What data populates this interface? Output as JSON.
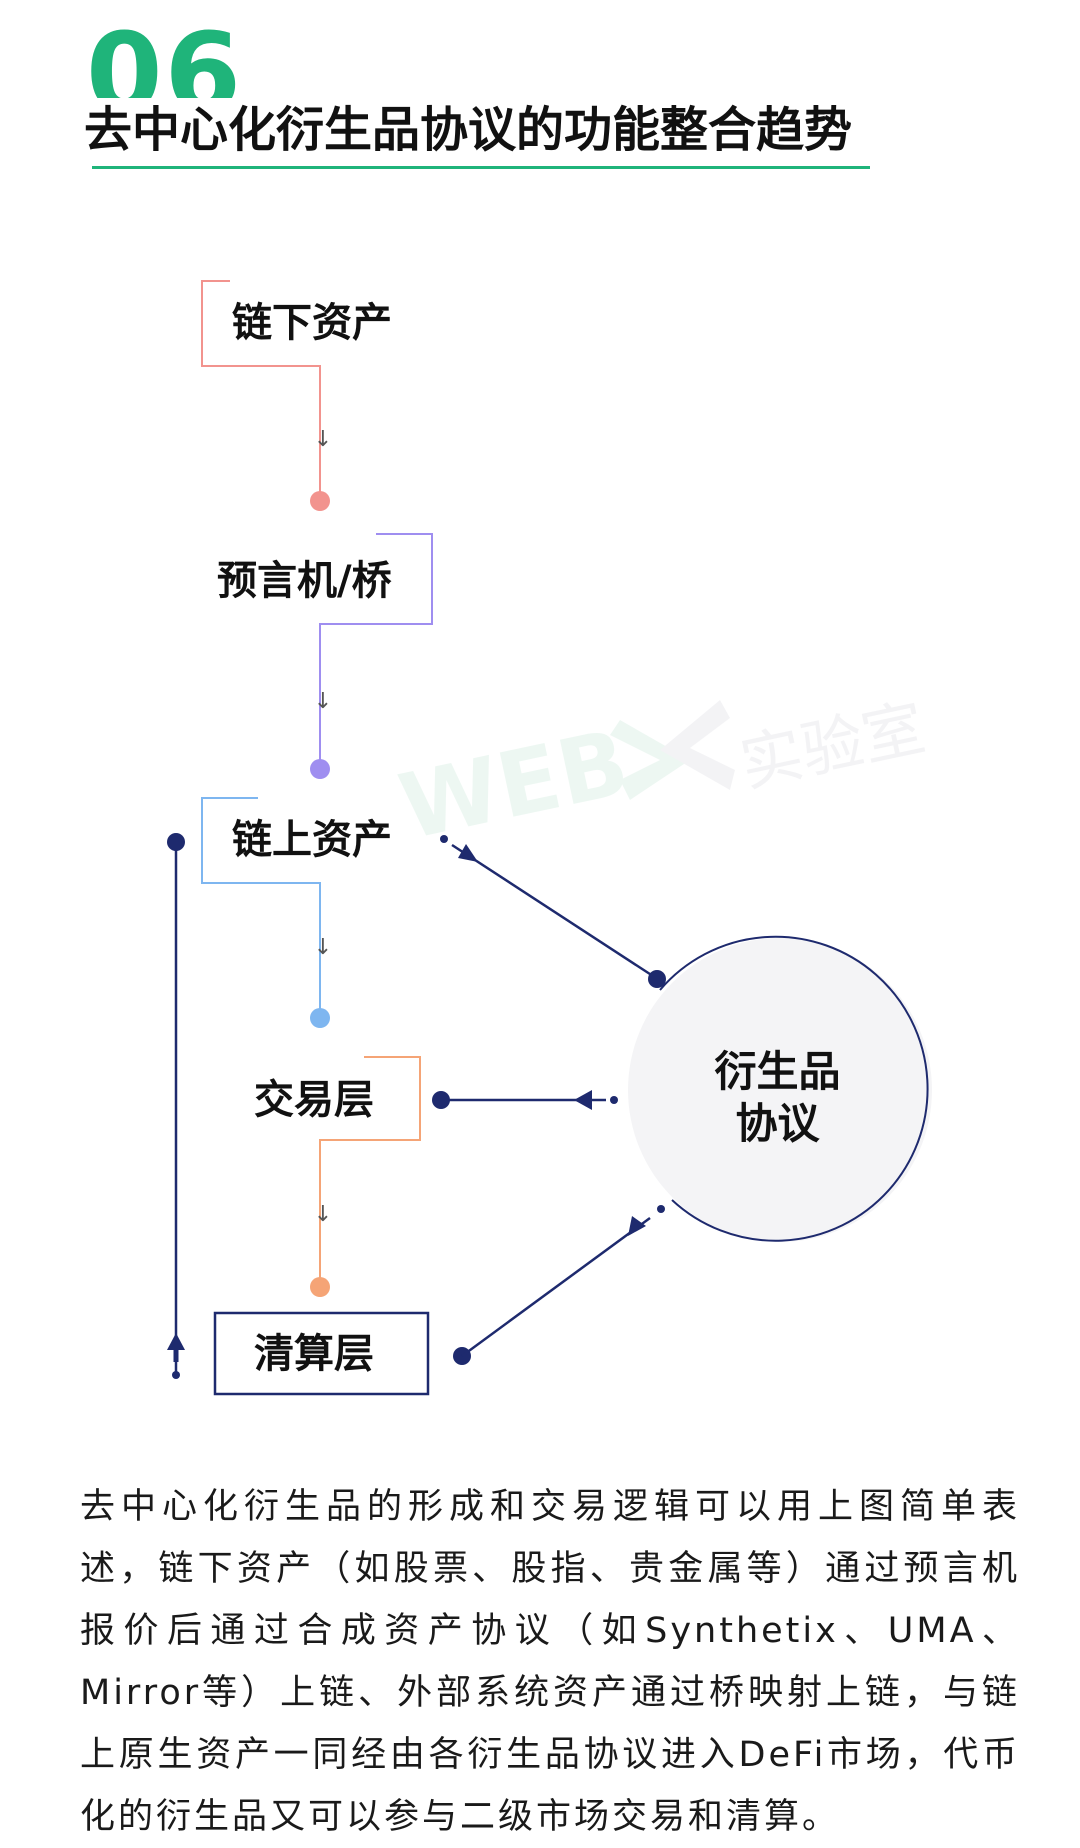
{
  "header": {
    "number": "06",
    "title": "去中心化衍生品协议的功能整合趋势"
  },
  "diagram": {
    "nodes": [
      {
        "label": "链下资产",
        "color": "#f2938e"
      },
      {
        "label": "预言机/桥",
        "color": "#9f8ef0"
      },
      {
        "label": "链上资产",
        "color": "#7eb6f0"
      },
      {
        "label": "交易层",
        "color": "#f5a476"
      },
      {
        "label": "清算层",
        "color": "#1e2a6e"
      }
    ],
    "center": "衍生品协议",
    "center_lines": [
      "衍生品",
      "协议"
    ],
    "line_color": "#1e2a6e",
    "arrow_glyph": "↓"
  },
  "watermark": {
    "brand": "WEB",
    "text": "实验室"
  },
  "description": "去中心化衍生品的形成和交易逻辑可以用上图简单表述，链下资产（如股票、股指、贵金属等）通过预言机报价后通过合成资产协议（如Synthetix、UMA、Mirror等）上链、外部系统资产通过桥映射上链，与链上原生资产一同经由各衍生品协议进入DeFi市场，代币化的衍生品又可以参与二级市场交易和清算。"
}
